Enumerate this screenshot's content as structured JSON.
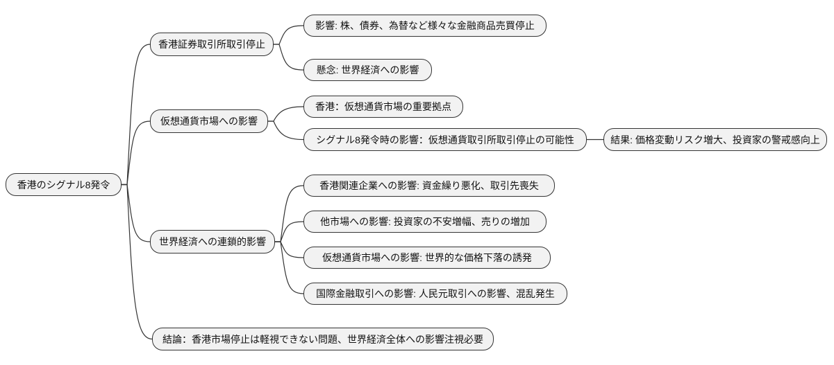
{
  "style": {
    "background": "#ffffff",
    "node_fill": "#f2f2f2",
    "node_border": "#333333",
    "edge_color": "#333333",
    "text_color": "#111111"
  },
  "mindmap": {
    "id": "root",
    "label": "香港のシグナル8発令",
    "children": [
      {
        "id": "b1",
        "label": "香港証券取引所取引停止",
        "children": [
          {
            "id": "c11",
            "label": "影響: 株、債券、為替など様々な金融商品売買停止",
            "children": []
          },
          {
            "id": "c12",
            "label": "懸念: 世界経済への影響",
            "children": []
          }
        ]
      },
      {
        "id": "b2",
        "label": "仮想通貨市場への影響",
        "children": [
          {
            "id": "c21",
            "label": "香港：仮想通貨市場の重要拠点",
            "children": []
          },
          {
            "id": "c22",
            "label": "シグナル8発令時の影響：仮想通貨取引所取引停止の可能性",
            "children": [
              {
                "id": "g221",
                "label": "結果: 価格変動リスク増大、投資家の警戒感向上",
                "children": []
              }
            ]
          }
        ]
      },
      {
        "id": "b3",
        "label": "世界経済への連鎖的影響",
        "children": [
          {
            "id": "c31",
            "label": "香港関連企業への影響: 資金繰り悪化、取引先喪失",
            "children": []
          },
          {
            "id": "c32",
            "label": "他市場への影響: 投資家の不安増幅、売りの増加",
            "children": []
          },
          {
            "id": "c33",
            "label": "仮想通貨市場への影響: 世界的な価格下落の誘発",
            "children": []
          },
          {
            "id": "c34",
            "label": "国際金融取引への影響: 人民元取引への影響、混乱発生",
            "children": []
          }
        ]
      },
      {
        "id": "b4",
        "label": "結論：香港市場停止は軽視できない問題、世界経済全体への影響注視必要",
        "children": []
      }
    ]
  }
}
